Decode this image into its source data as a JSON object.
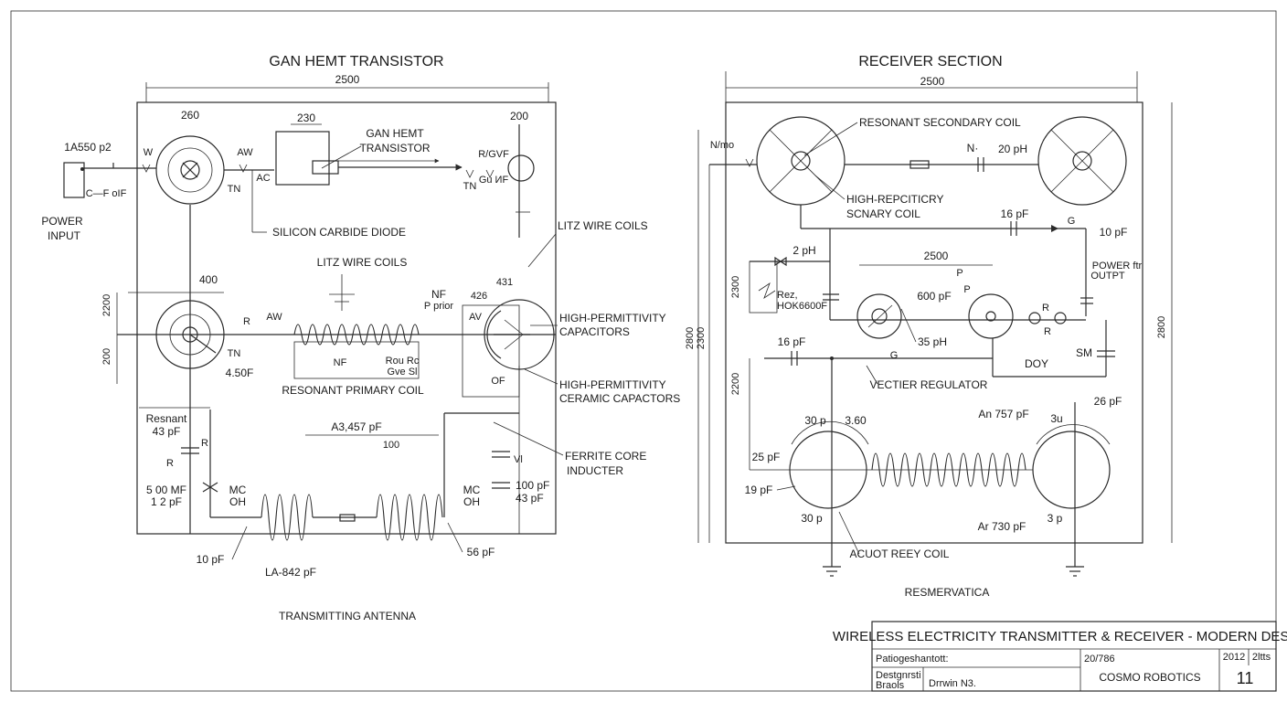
{
  "transmitter": {
    "title": "GAN HEMT TRANSISTOR",
    "dim_top": "2500",
    "labels": {
      "coil_top_dim": "260",
      "transistor_dim": "230",
      "right_dim": "200",
      "input_val": "1A550 p2",
      "power_input_1": "POWER",
      "power_input_2": "INPUT",
      "w_mark": "W",
      "aw1": "AW",
      "ac": "AC",
      "tn1": "TN",
      "cap_val": "C—F oIF",
      "transistor_1": "GAN HEMT",
      "transistor_2": "TRANSISTOR",
      "silicon": "SILICON CARBIDE DIODE",
      "rgvf": "R/GVF",
      "tn2": "TN",
      "gu": "Gu ИF",
      "litz_right": "LITZ WIRE COILS",
      "litz_mid": "LITZ WIRE COILS",
      "d400": "400",
      "d2200": "2200",
      "d200": "200",
      "r1": "R",
      "aw2": "AW",
      "tn3": "TN",
      "v450": "4.50F",
      "nf": "NF",
      "prior": "P prior",
      "d426": "426",
      "d431": "431",
      "av": "AV",
      "nf2": "NF",
      "rou": "Rou Rc",
      "gve": "Gve Sl",
      "of": "OF",
      "hp1_1": "HIGH-PERMITTIVITY",
      "hp1_2": "CAPACITORS",
      "hp2_1": "HIGH-PERMITTIVITY",
      "hp2_2": "CERAMIC CAPACTORS",
      "primary": "RESONANT PRIMARY COIL",
      "resnant": "Resnant",
      "v43pf": "43 pF",
      "r2": "R",
      "r3": "R",
      "a3_457": "A3,457 pF",
      "d100": "100",
      "ferrite_1": "FERRITE CORE",
      "ferrite_2": "INDUCTER",
      "v500": "5 00 MF",
      "v12": "1 2 pF",
      "mc1": "MC",
      "oh1": "OH",
      "mc2": "MC",
      "oh2": "OH",
      "v100pf": "100 pF",
      "v43pf2": "43 pF",
      "vl": "Vl",
      "v10pf": "10 pF",
      "la": "LA-842 pF",
      "v56pf": "56 pF",
      "antenna": "TRANSMITTING ANTENNA"
    }
  },
  "receiver": {
    "title": "RECEIVER SECTION",
    "dim_top": "2500",
    "labels": {
      "secondary": "RESONANT SECONDARY COIL",
      "nmo": "N/mo",
      "nf": "N·",
      "v20ph": "20 pH",
      "hr_1": "HIGH-REPCITICRY",
      "hr_2": "SCNARY COIL",
      "v16pf": "16 pF",
      "g1": "G",
      "v10pf": "10 pF",
      "v2ph": "2 pH",
      "d2500": "2500",
      "d2300": "2300",
      "rez_1": "Rez,",
      "rez_2": "HOK6600F",
      "po1": "P",
      "pc": "P",
      "power_1": "POWER ftr",
      "power_2": "OUTPT",
      "v600": "600 pF",
      "v35": "35 pH",
      "v16pf2": "16 pF",
      "g2": "G",
      "d2200": "2200",
      "d2800": "2800",
      "d2800r": "2800",
      "d2300l": "2300",
      "ro": "R",
      "doy": "DOY",
      "sm": "SM",
      "vect": "VECTIER REGULATOR",
      "v26pf": "26 pF",
      "v30": "30 p",
      "v360": "3.60",
      "an757": "An 757 pF",
      "v3u": "3u",
      "v25": "25 pF",
      "v19": "19 pF",
      "v30b": "30 p",
      "ar730": "Ar 730 pF",
      "v3pb": "3 p",
      "actot": "ACUOT REEY COIL",
      "resm": "RESMERVATICA"
    }
  },
  "title_block": {
    "title": "WIRELESS ELECTRICITY TRANSMITTER & RECEIVER - MODERN DESIGN",
    "row1_left": "Patiogeshantott:",
    "row1_mid": "20/786",
    "row1_r1": "2012",
    "row1_r2": "2ltts",
    "row2_l1": "Destgnrsti",
    "row2_l2": "Braols",
    "row2_mid": "Drrwin N3.",
    "company": "COSMO ROBOTICS",
    "sheet": "11"
  }
}
